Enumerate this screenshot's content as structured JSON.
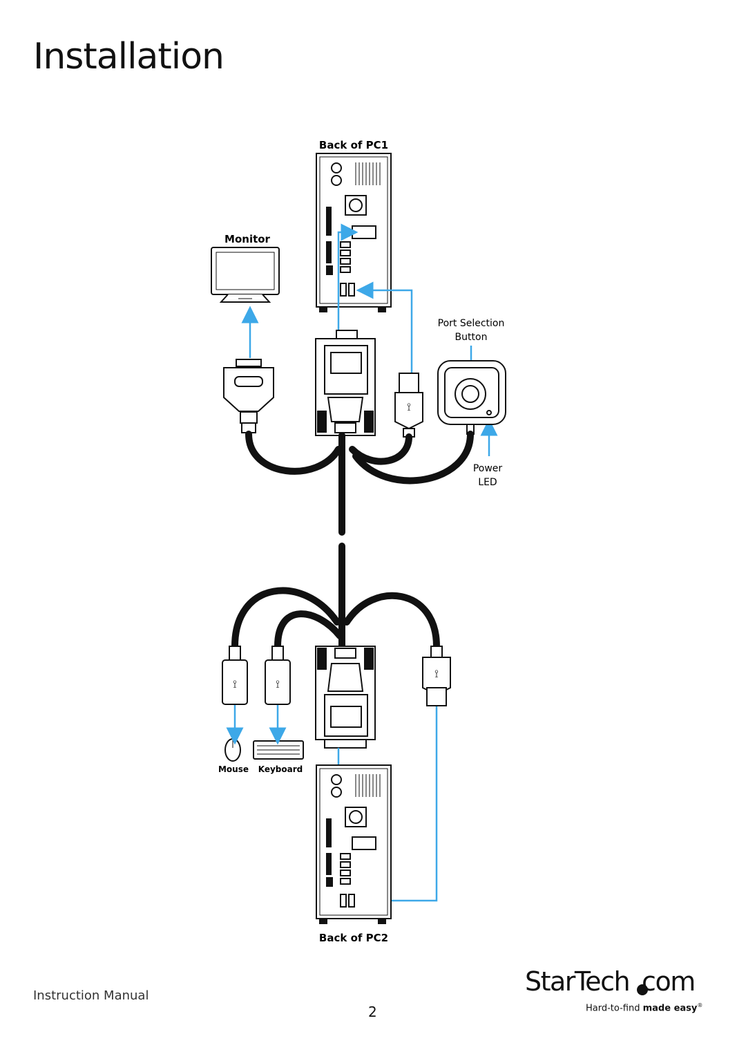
{
  "page": {
    "title": "Installation",
    "footer_label": "Instruction Manual",
    "page_number": "2"
  },
  "diagram": {
    "labels": {
      "back_pc1": "Back of PC1",
      "monitor": "Monitor",
      "port_selection_line1": "Port Selection",
      "port_selection_line2": "Button",
      "power_line1": "Power",
      "power_line2": "LED",
      "mouse": "Mouse",
      "keyboard": "Keyboard",
      "back_pc2": "Back of PC2"
    },
    "colors": {
      "arrow": "#3da8e8",
      "line": "#111111",
      "connector_fill": "#ffffff"
    }
  },
  "brand": {
    "logo_text": "StarTech.com",
    "logo_part1": "StarTech",
    "logo_part2": "com",
    "tagline_light": "Hard-to-find",
    "tagline_bold": "made easy",
    "registered_mark": "®"
  }
}
